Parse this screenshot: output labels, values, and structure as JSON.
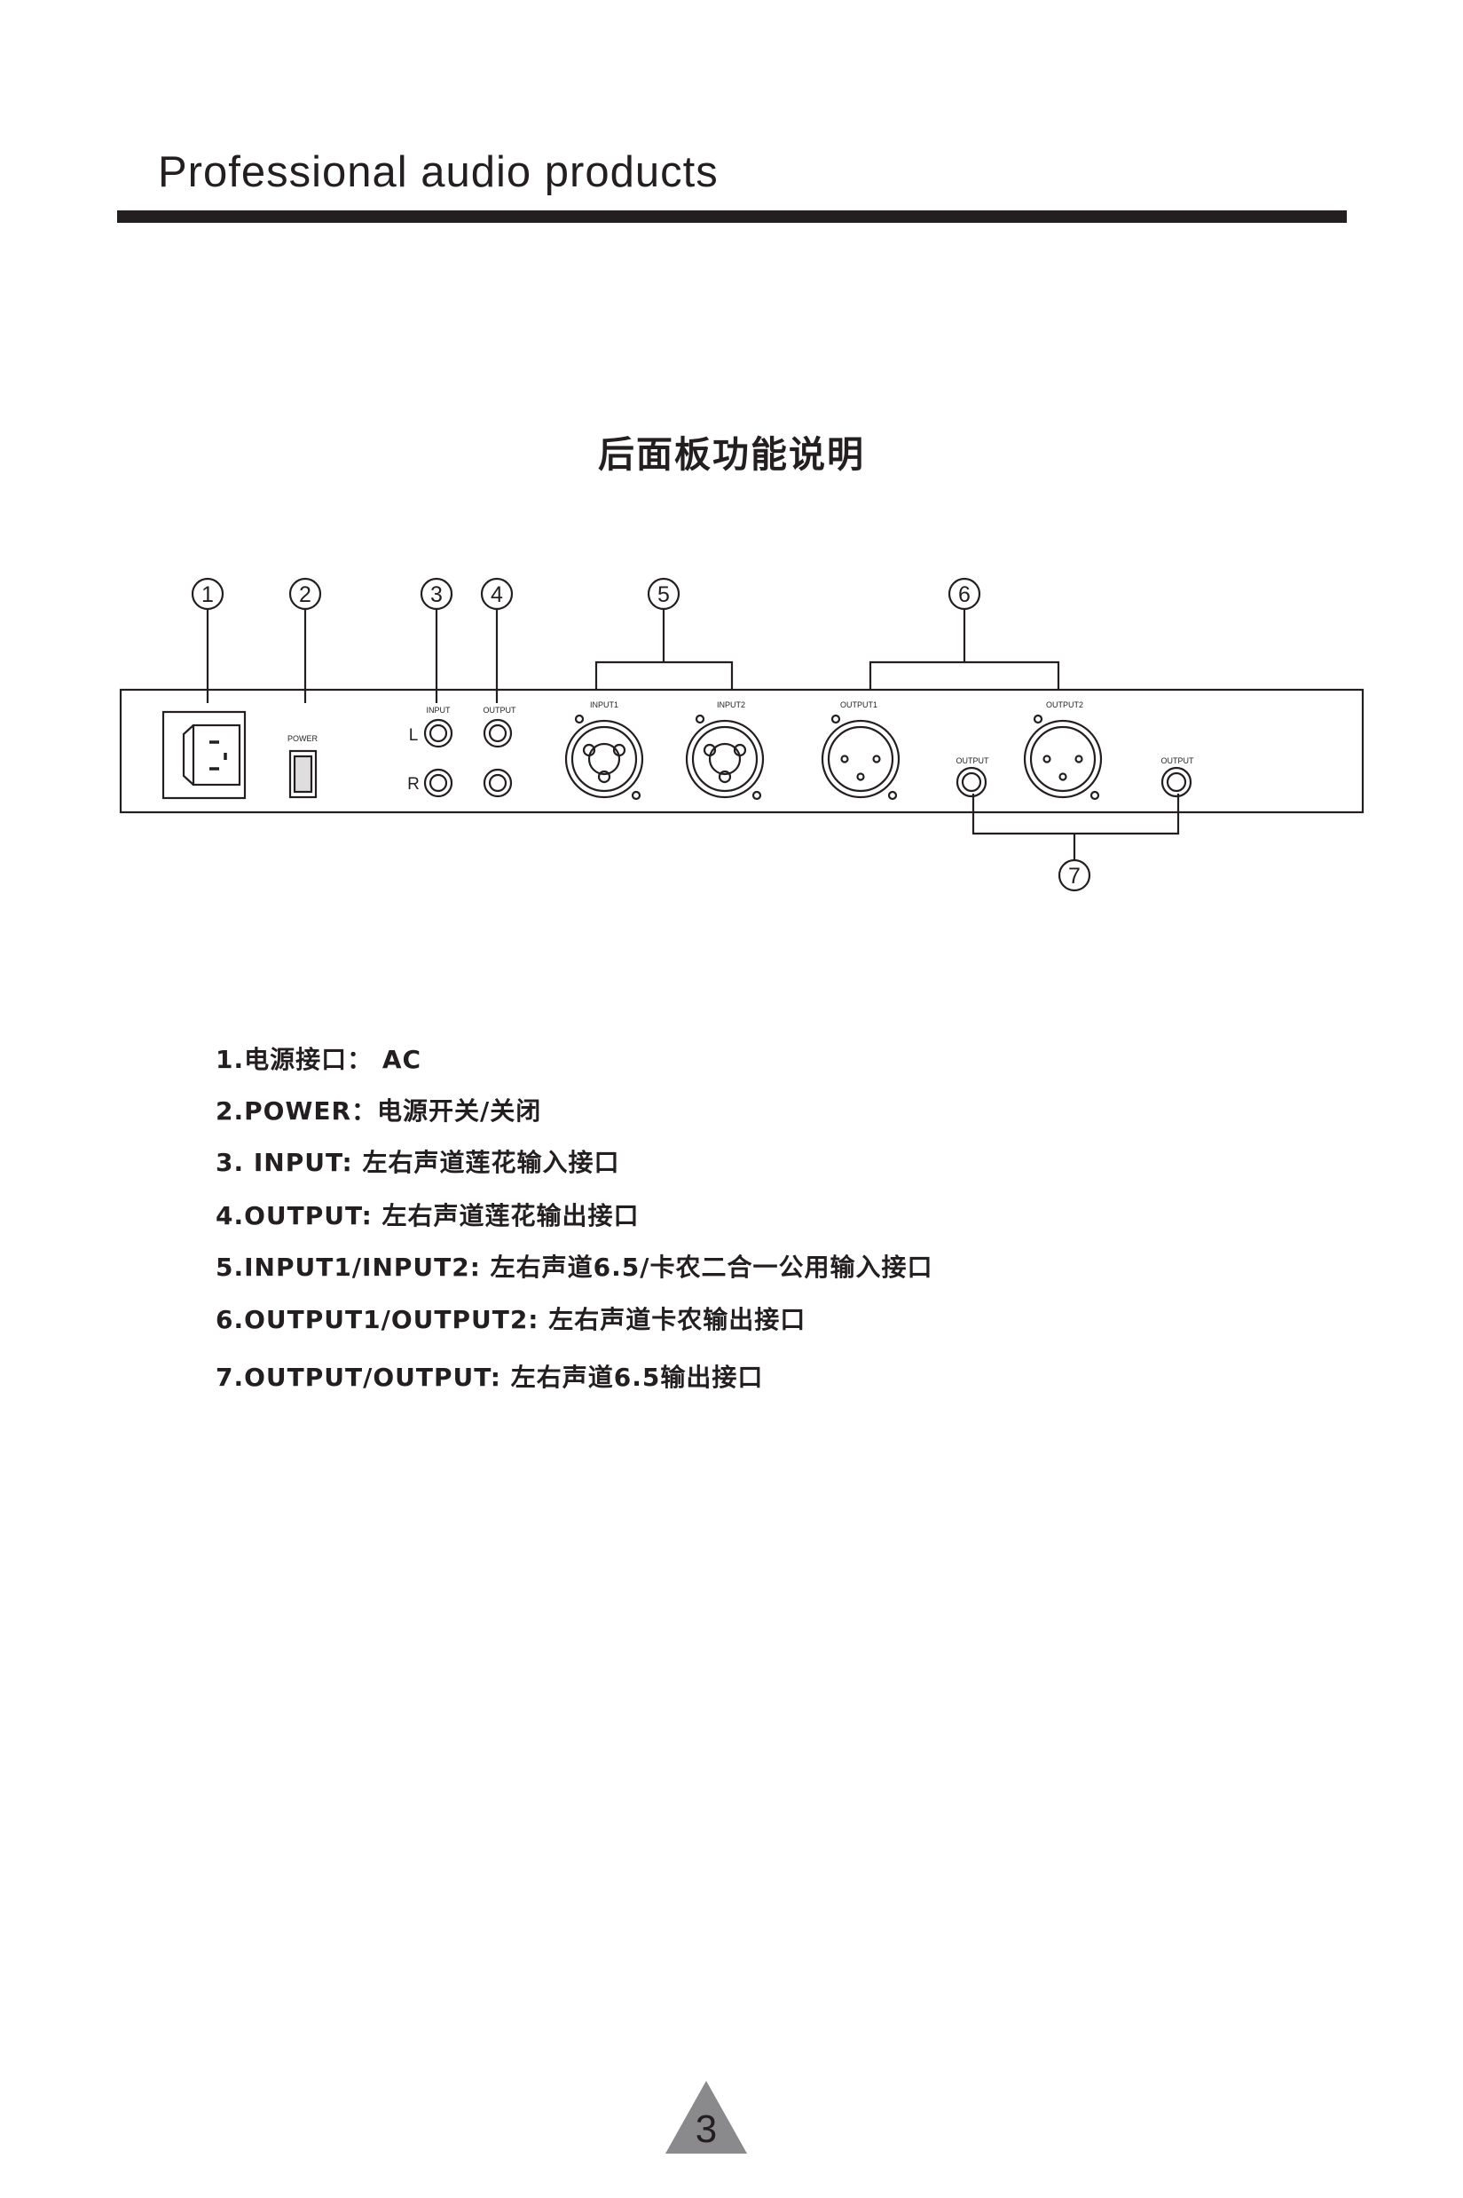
{
  "header": {
    "title": "Professional audio products"
  },
  "section_title": "后面板功能说明",
  "panel": {
    "callouts": [
      "1",
      "2",
      "3",
      "4",
      "5",
      "6",
      "7"
    ],
    "labels": {
      "power": "POWER",
      "input": "INPUT",
      "output": "OUTPUT",
      "l": "L",
      "r": "R",
      "input1": "INPUT1",
      "input2": "INPUT2",
      "output1": "OUTPUT1",
      "output2": "OUTPUT2",
      "output_left": "OUTPUT",
      "output_right": "OUTPUT"
    }
  },
  "legend": [
    "1.电源接口： AC",
    "2.POWER：电源开关/关闭",
    "3. INPUT:  左右声道莲花输入接口",
    "4.OUTPUT: 左右声道莲花输出接口",
    "5.INPUT1/INPUT2: 左右声道6.5/卡农二合一公用输入接口",
    "6.OUTPUT1/OUTPUT2: 左右声道卡农输出接口",
    "7.OUTPUT/OUTPUT: 左右声道6.5输出接口"
  ],
  "page_number": "3"
}
